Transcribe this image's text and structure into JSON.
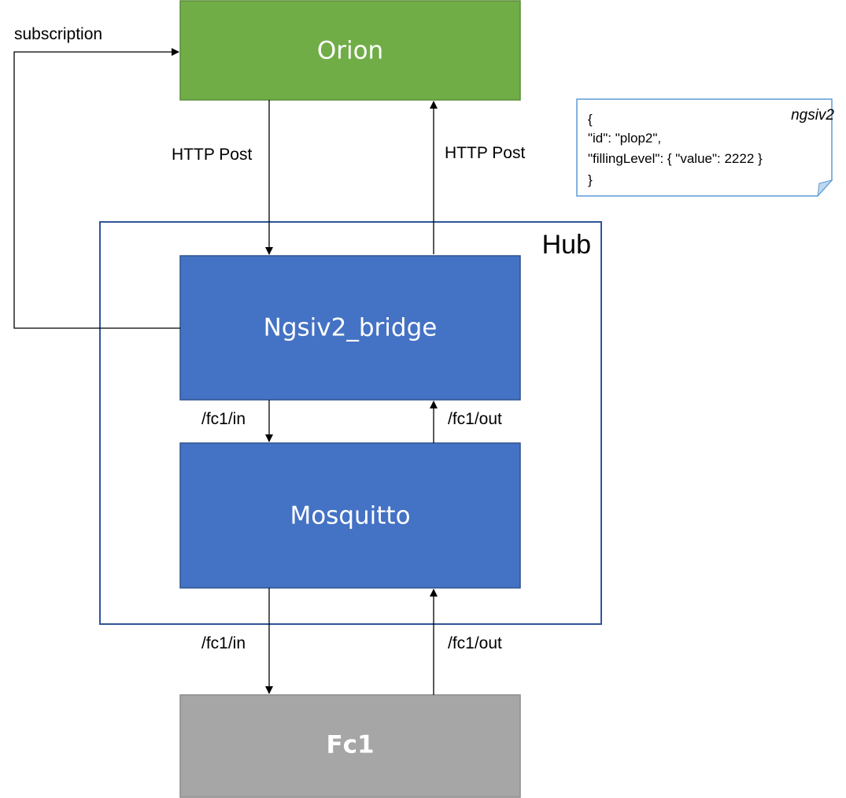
{
  "nodes": {
    "orion": {
      "label": "Orion",
      "color": "#70ad47"
    },
    "bridge": {
      "label": "Ngsiv2_bridge",
      "color": "#4472c4"
    },
    "mosquitto": {
      "label": "Mosquitto",
      "color": "#4472c4"
    },
    "fc1": {
      "label": "Fc1",
      "color": "#a6a6a6"
    }
  },
  "hub": {
    "label": "Hub",
    "border_color": "#2f5597"
  },
  "edges": {
    "subscription": "subscription",
    "orion_to_bridge": "HTTP Post",
    "bridge_to_orion": "HTTP Post",
    "bridge_to_mosquitto": "/fc1/in",
    "mosquitto_to_bridge": "/fc1/out",
    "mosquitto_to_fc1": "/fc1/in",
    "fc1_to_mosquitto": "/fc1/out"
  },
  "note": {
    "title": "ngsiv2",
    "lines": [
      "{",
      "\"id\": \"plop2\",",
      "\"fillingLevel\": { \"value\": 2222 }",
      "}"
    ],
    "border_color": "#5b9bd5"
  }
}
